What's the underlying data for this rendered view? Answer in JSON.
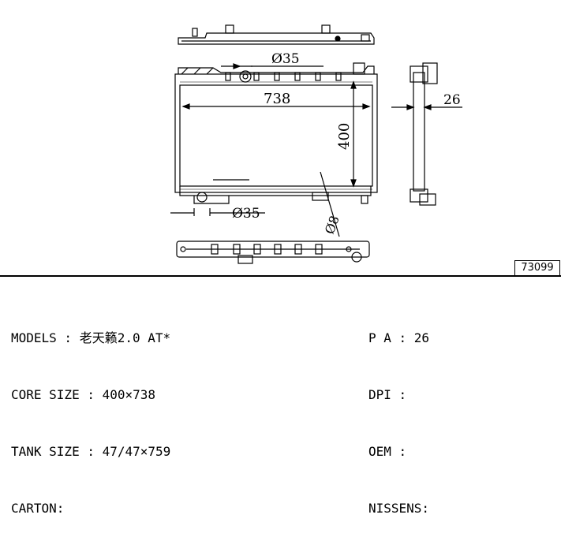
{
  "drawing": {
    "dim_top_pipe": "Ø35",
    "dim_width": "738",
    "dim_height": "400",
    "dim_bottom_pipe": "Ø35",
    "dim_drain": "Ø8",
    "dim_depth": "26"
  },
  "code": "73099",
  "specs_left": [
    {
      "label": "MODELS : ",
      "value": "老天籁2.0 AT*"
    },
    {
      "label": "CORE SIZE : ",
      "value": "400×738"
    },
    {
      "label": "TANK SIZE : ",
      "value": "47/47×759"
    },
    {
      "label": "CARTON:",
      "value": ""
    }
  ],
  "specs_right": [
    {
      "label": "P A : ",
      "value": "26"
    },
    {
      "label": "DPI : ",
      "value": ""
    },
    {
      "label": "OEM : ",
      "value": ""
    },
    {
      "label": "NISSENS:",
      "value": ""
    }
  ]
}
